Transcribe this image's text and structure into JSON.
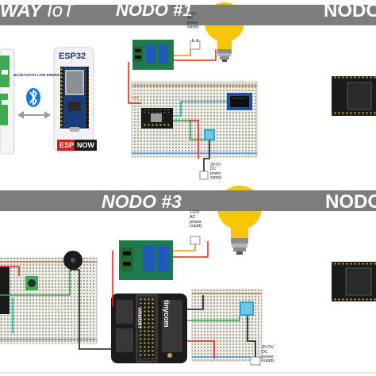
{
  "banners": {
    "gateway_partial": "WAY",
    "gateway_iot": "IoT",
    "nodo1_label": "NODO #1",
    "nodo_right_top": "NODO",
    "nodo3_label": "NODO #3",
    "nodo_right_bottom": "NODO"
  },
  "gateway": {
    "esp32_label": "ESP32",
    "ble_label": "BLUETOOTH LOW ENERGY",
    "esp_prefix": "ESP",
    "now_suffix": "NOW"
  },
  "nodo1": {
    "ac_label": [
      "110V",
      "AC",
      "power",
      "supply"
    ],
    "dc_label": [
      "3V-5V",
      "DC",
      "power",
      "supply"
    ]
  },
  "nodo3": {
    "ac_label": [
      "110V",
      "AC",
      "power",
      "supply"
    ],
    "dc_label": [
      "3V-5V",
      "DC",
      "power",
      "supply"
    ],
    "board_label": "ARMORY",
    "board_brand": "tinycom"
  },
  "colors": {
    "banner": "#7d7d7d",
    "bulb": "#f7c600",
    "relay": "#1e7b4c",
    "breadboard": "#ecebe4",
    "wire_red": "#e0281c",
    "wire_orange": "#f08a1c",
    "wire_green": "#2fa84f",
    "wire_teal": "#1ab3b3"
  }
}
